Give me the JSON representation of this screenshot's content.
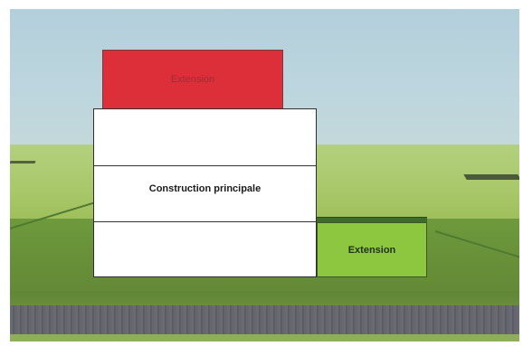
{
  "labels": {
    "extension_top": "Extension",
    "main_building": "Construction principale",
    "extension_side": "Extension"
  },
  "colors": {
    "extension_top": "#dc2f3a",
    "main_building": "#ffffff",
    "extension_side": "#8dc63f",
    "sky": "#bcd5de",
    "field": "#a9c86a",
    "ground": "#678f39",
    "road": "#62626a"
  }
}
